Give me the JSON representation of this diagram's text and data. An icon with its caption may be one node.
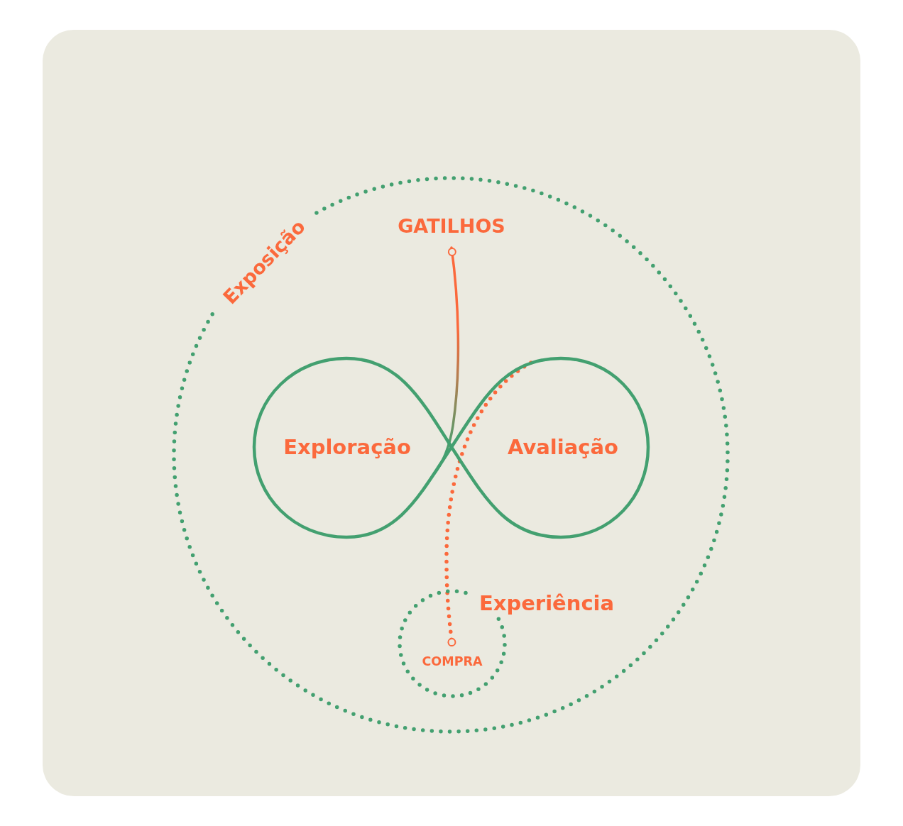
{
  "diagram": {
    "nodes": [
      {
        "text": [
          "Exposição"
        ]
      },
      {
        "text": [
          "GATILHOS"
        ],
        "in": 0
      },
      {
        "text": [
          "Exploração"
        ],
        "in": 0
      },
      {
        "text": [
          "Avaliação"
        ],
        "in": 0
      },
      {
        "text": [
          "Experiência"
        ],
        "in": 0
      },
      {
        "text": [
          "COMPRA"
        ],
        "in": 4
      }
    ],
    "edges": [
      {
        "from": 1,
        "to": 2,
        "arrow": "other"
      },
      {
        "from": 3,
        "to": 5,
        "arrow": "other",
        "style": "dashed"
      }
    ]
  }
}
